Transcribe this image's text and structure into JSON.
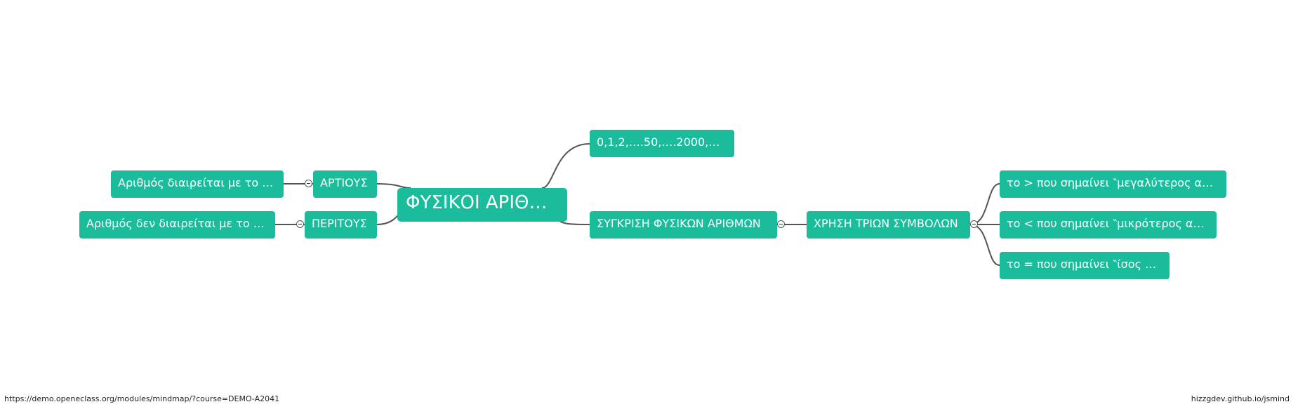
{
  "mindmap": {
    "root": "ΦΥΣΙΚΟΙ ΑΡΙΘΜΟΙ",
    "nodes": {
      "natural_numbers": "0,1,2,….50,….2000,…",
      "even": "ΑΡΤΙΟΥΣ",
      "even_detail": "Αριθμός διαιρείται με το δύο",
      "odd": "ΠΕΡΙΤΟΥΣ",
      "odd_detail": "Αριθμός δεν διαιρείται με το δύο",
      "comparison": "ΣΥΓΚΡΙΣΗ ΦΥΣΙΚΩΝ ΑΡΙΘΜΩΝ",
      "three_symbols": "ΧΡΗΣΗ ΤΡΙΩΝ ΣΥΜΒΟΛΩΝ",
      "greater": "το > που σημαίνει ‶μεγαλύτερος από″",
      "less": "το < που σημαίνει ‶μικρότερος από″",
      "equal": "το = που σημαίνει ‶ίσος μ…"
    },
    "colors": {
      "node": "#1abc9c",
      "text": "#ffffff",
      "line": "#555555"
    }
  },
  "footer": {
    "url": "https://demo.openeclass.org/modules/mindmap/?course=DEMO-A2041",
    "credit": "hizzgdev.github.io/jsmind"
  }
}
